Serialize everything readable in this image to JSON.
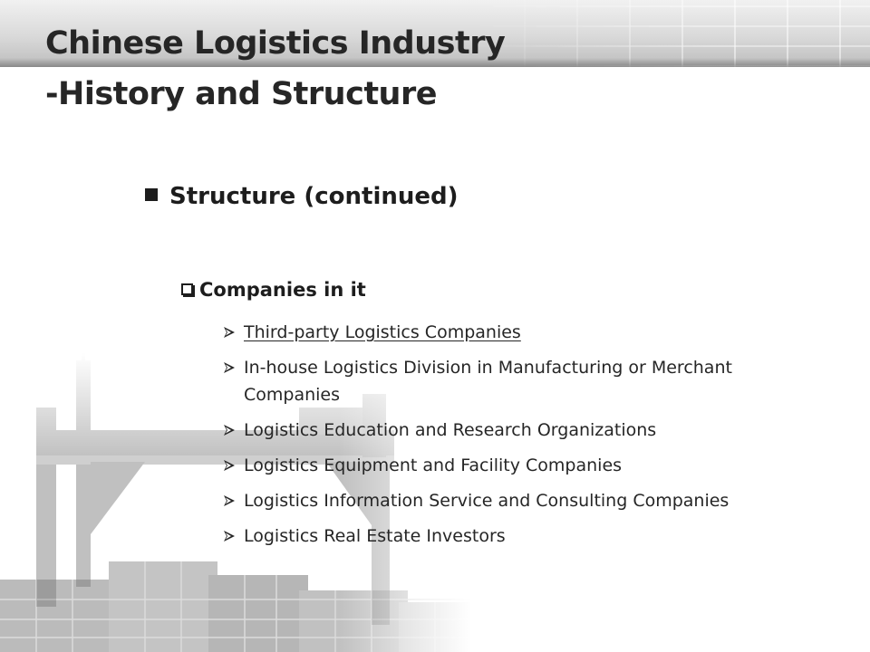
{
  "slide": {
    "title_line1": "Chinese Logistics Industry",
    "title_line2": "-History and Structure"
  },
  "section": {
    "heading": "Structure (continued)",
    "subheading": "Companies in it",
    "items": [
      {
        "text": "Third-party Logistics Companies",
        "underlined": true
      },
      {
        "text": "In-house Logistics Division in Manufacturing or Merchant Companies",
        "underlined": false
      },
      {
        "text": "Logistics Education and Research Organizations",
        "underlined": false
      },
      {
        "text": "Logistics Equipment and Facility Companies",
        "underlined": false
      },
      {
        "text": "Logistics Information Service and Consulting Companies",
        "underlined": false
      },
      {
        "text": "Logistics Real Estate Investors",
        "underlined": false
      }
    ]
  },
  "icons": {
    "level1_bullet": "filled-square-icon",
    "level2_bullet": "hollow-square-icon",
    "level3_bullet": "arrow-right-icon"
  }
}
